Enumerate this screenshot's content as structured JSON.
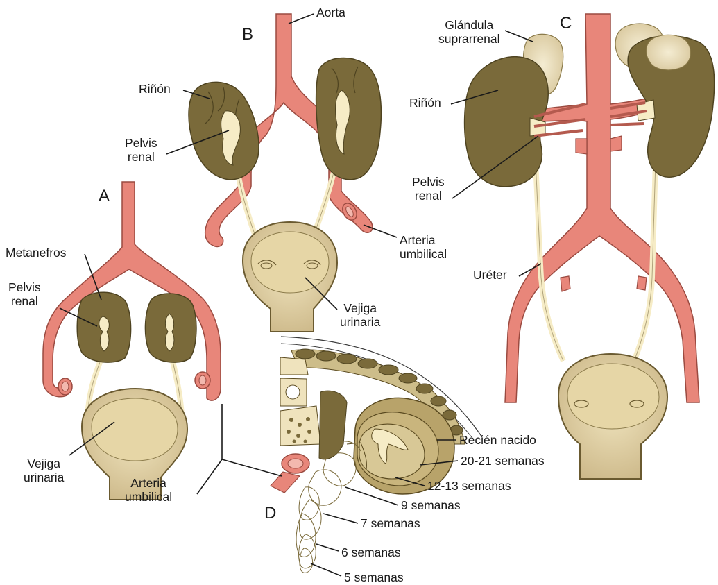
{
  "colors": {
    "artery": "#e8867a",
    "artery_edge": "#9a4a40",
    "kidney": "#7a6a3a",
    "kidney_dark": "#4e4320",
    "pelvis": "#f6ecc6",
    "bladder": "#e9dcb0",
    "adrenal": "#e8dcb4",
    "tissue": "#cdbd8a"
  },
  "panels": {
    "a": "A",
    "b": "B",
    "c": "C",
    "d": "D"
  },
  "labels": {
    "aorta": "Aorta",
    "b_rinon": "Riñón",
    "b_pelvis": "Pelvis\nrenal",
    "b_arteria": "Arteria\numbilical",
    "b_vejiga": "Vejiga\nurinaria",
    "a_metanefros": "Metanefros",
    "a_pelvis": "Pelvis\nrenal",
    "a_vejiga": "Vejiga\nurinaria",
    "a_arteria": "Arteria\numbilical",
    "c_glandula": "Glándula\nsuprarrenal",
    "c_rinon": "Riñón",
    "c_pelvis": "Pelvis\nrenal",
    "c_ureter": "Uréter",
    "d_recien": "Recién nacido",
    "d_2021": "20-21 semanas",
    "d_1213": "12-13 semanas",
    "d_9": "9 semanas",
    "d_7": "7 semanas",
    "d_6": "6 semanas",
    "d_5": "5 semanas"
  }
}
